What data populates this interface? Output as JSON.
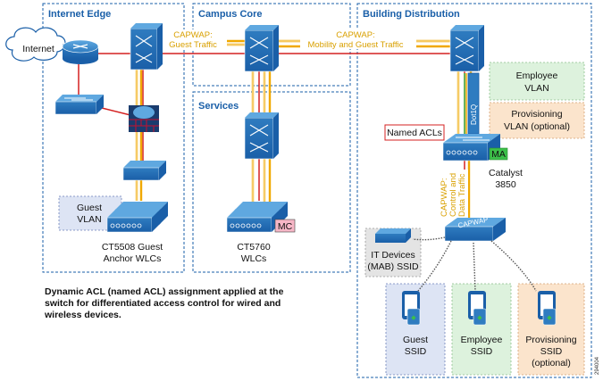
{
  "zones": {
    "internet_edge": "Internet Edge",
    "campus_core": "Campus Core",
    "services": "Services",
    "building_distribution": "Building Distribution"
  },
  "capwap_labels": {
    "guest": [
      "CAPWAP:",
      "Guest Traffic"
    ],
    "mobility": [
      "CAPWAP:",
      "Mobility and Guest Traffic"
    ],
    "control_data": [
      "CAPWAP:",
      "Control and",
      "Data Traffic"
    ],
    "switch_tag": "CAPWAP"
  },
  "nodes": {
    "internet": "Internet",
    "guest_vlan": [
      "Guest",
      "VLAN"
    ],
    "ct5508": [
      "CT5508 Guest",
      "Anchor WLCs"
    ],
    "ct5760": [
      "CT5760",
      "WLCs"
    ],
    "mc_badge": "MC",
    "ma_badge": "MA",
    "named_acls": "Named ACLs",
    "dot1q": "Dot1Q",
    "catalyst": [
      "Catalyst",
      "3850"
    ],
    "employee_vlan": [
      "Employee",
      "VLAN"
    ],
    "provisioning_vlan": [
      "Provisioning",
      "VLAN (optional)"
    ],
    "it_devices": [
      "IT Devices",
      "(MAB) SSID"
    ],
    "guest_ssid": [
      "Guest",
      "SSID"
    ],
    "employee_ssid": [
      "Employee",
      "SSID"
    ],
    "provisioning_ssid": [
      "Provisioning",
      "SSID",
      "(optional)"
    ]
  },
  "note": [
    "Dynamic ACL (named ACL) assignment applied at the",
    "switch for differentiated access control for wired and",
    "wireless devices."
  ],
  "figure_id": "294004",
  "colors": {
    "zone_border": "#1a5fa8",
    "device_fill": "#2f7cc0",
    "device_light": "#5fa8e0",
    "capwap": "#f0a800",
    "link_red": "#d42020",
    "vlan_guest": "#dde4f4",
    "vlan_employee": "#ddf2dd",
    "vlan_provisioning": "#fbe4cc",
    "named_acl_border": "#d42020",
    "mc_fill": "#f6b6c6",
    "ma_fill": "#3cbf4a"
  }
}
